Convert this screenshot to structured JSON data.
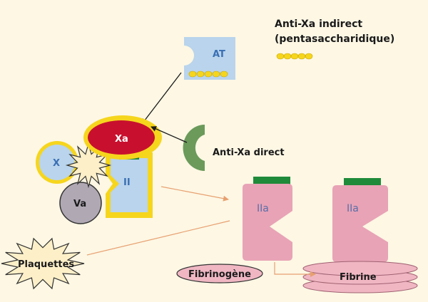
{
  "labels": {
    "anti_xa_indirect": "Anti-Xa indirect",
    "pentasaccharidique": "(pentasaccharidique)",
    "at": "AT",
    "xa": "Xa",
    "anti_xa_direct": "Anti-Xa direct",
    "x": "X",
    "va": "Va",
    "ii": "II",
    "iia_1": "IIa",
    "iia_2": "IIa",
    "plaquettes": "Plaquettes",
    "fibrinogene": "Fibrinogène",
    "fibrine": "Fibrine"
  },
  "colors": {
    "background": "#fdf7e4",
    "yellow": "#f6d51d",
    "xa_red": "#c8102e",
    "green": "#1f8a3a",
    "anti_xa_direct_green": "#6b9a5a",
    "light_blue": "#b9d4ec",
    "va_gray": "#b0a9b4",
    "pink": "#e8a3b6",
    "fibrin_pink": "#f0b7c3",
    "orange_arrow": "#e8a070"
  }
}
